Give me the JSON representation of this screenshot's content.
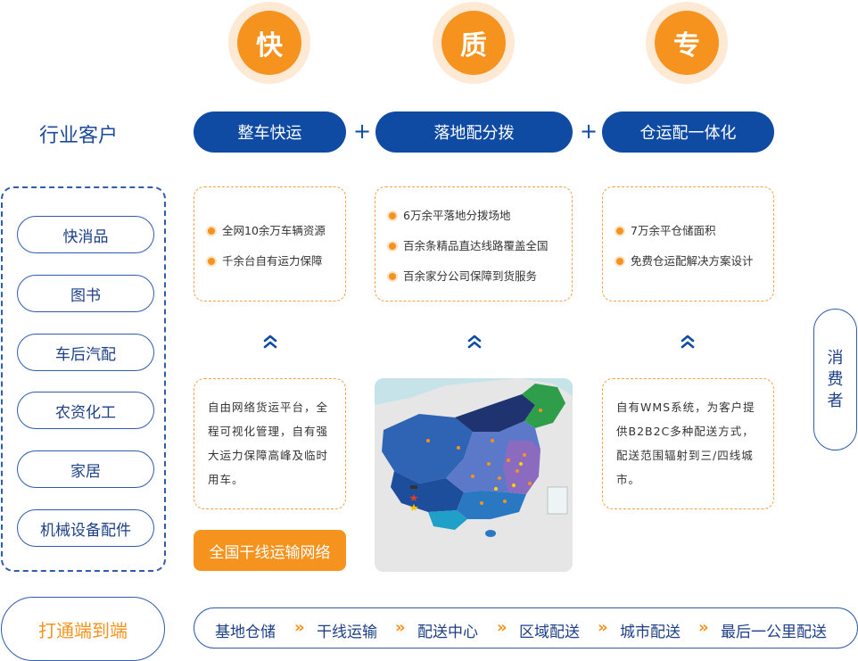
{
  "badges": [
    "快",
    "质",
    "专"
  ],
  "industry_title": "行业客户",
  "services": [
    "整车快运",
    "落地配分拨",
    "仓运配一体化"
  ],
  "plus": "+",
  "industries": [
    "快消品",
    "图书",
    "车后汽配",
    "农资化工",
    "家居",
    "机械设备配件"
  ],
  "features": [
    [
      "全网10余万车辆资源",
      "千余台自有运力保障"
    ],
    [
      "6万余平落地分拨场地",
      "百余条精品直达线路覆盖全国",
      "百余家分公司保障到货服务"
    ],
    [
      "7万余平仓储面积",
      "免费仓运配解决方案设计"
    ]
  ],
  "desc_left": "自由网络货运平台，全程可视化管理，自有强大运力保障高峰及临时用车。",
  "desc_right": "自有WMS系统，为客户提供B2B2C多种配送方式，配送范围辐射到三/四线城市。",
  "network_button": "全国干线运输网络",
  "consumer": [
    "消",
    "费",
    "者"
  ],
  "end_to_end": "打通端到端",
  "chain": [
    "基地仓储",
    "干线运输",
    "配送中心",
    "区域配送",
    "城市配送",
    "最后一公里配送"
  ],
  "chain_arrow": "»",
  "colors": {
    "orange": "#f5931e",
    "navy": "#0f4ba3",
    "outline": "#2f5cab"
  }
}
